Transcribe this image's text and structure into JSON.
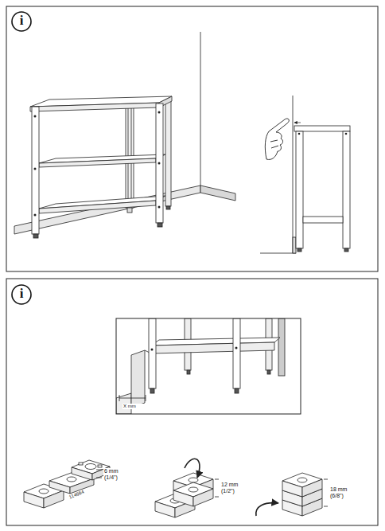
{
  "diagram": {
    "labels": [
      "i",
      "i",
      "X mm",
      "6 mm (1/4\")",
      "114664",
      "12 mm (1/2\")",
      "18 mm (6/8\")"
    ]
  }
}
